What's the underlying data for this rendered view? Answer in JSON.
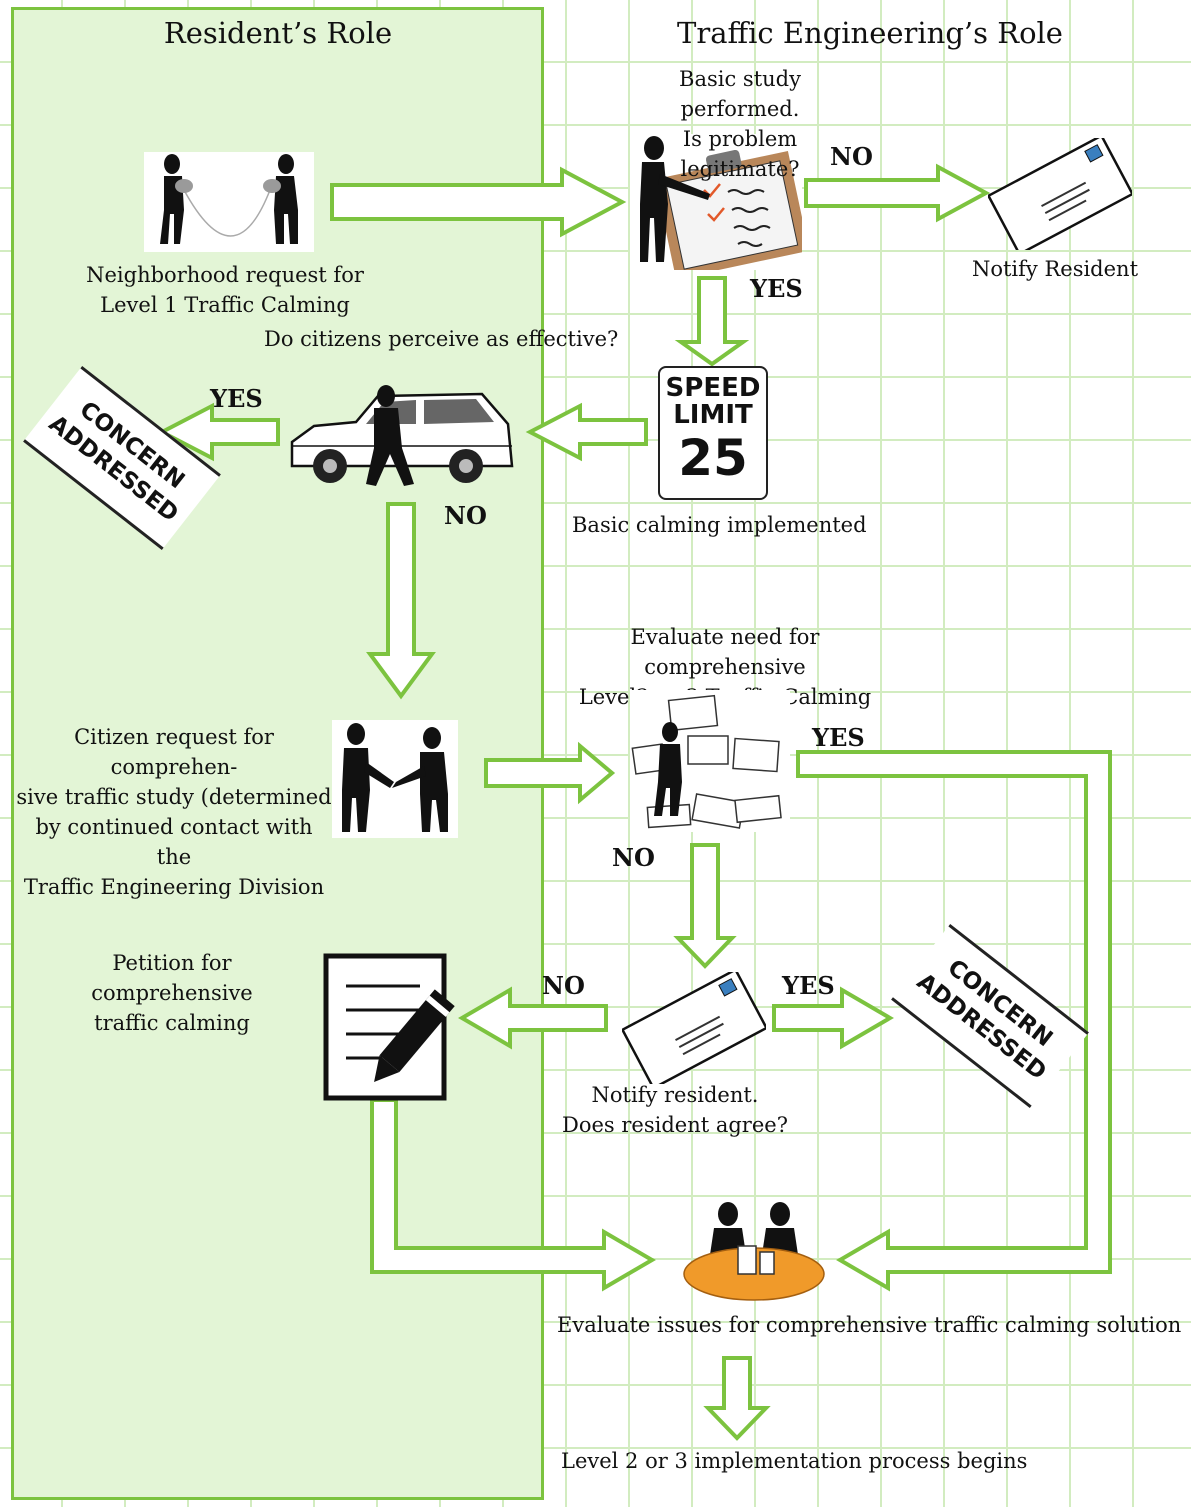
{
  "lanes": {
    "resident": "Resident’s Role",
    "engineering": "Traffic Engineering’s Role"
  },
  "nodes": {
    "neighborhood_request": "Neighborhood request for\nLevel 1 Traffic Calming",
    "basic_study": "Basic study performed.\nIs problem legitimate?",
    "notify_resident_1": "Notify Resident",
    "perceive_effective": "Do citizens perceive as effective?",
    "basic_calming": "Basic calming implemented",
    "evaluate_need": "Evaluate need for comprehensive\nLevel2 or 3 Traffic Calming",
    "citizen_request": "Citizen request for comprehen-\nsive traffic study (determined\nby continued contact with the\nTraffic Engineering Division",
    "petition": "Petition for comprehensive\ntraffic calming",
    "notify_resident_2": "Notify resident.\nDoes resident agree?",
    "evaluate_issues": "Evaluate issues for comprehensive traffic calming solution",
    "implementation": "Level 2 or 3 implementation process begins"
  },
  "decisions": {
    "no_1": "NO",
    "yes_1": "YES",
    "yes_2": "YES",
    "no_2": "NO",
    "yes_3": "YES",
    "no_3": "NO",
    "no_4": "NO",
    "yes_4": "YES"
  },
  "stamps": {
    "line1": "CONCERN",
    "line2": "ADDRESSED"
  },
  "speed_sign": {
    "line1": "SPEED",
    "line2": "LIMIT",
    "value": "25"
  },
  "colors": {
    "arrow_stroke": "#7cc33f",
    "lane_fill": "#e3f5d6",
    "grid": "#d2ecc0",
    "table": "#f09a2a"
  }
}
